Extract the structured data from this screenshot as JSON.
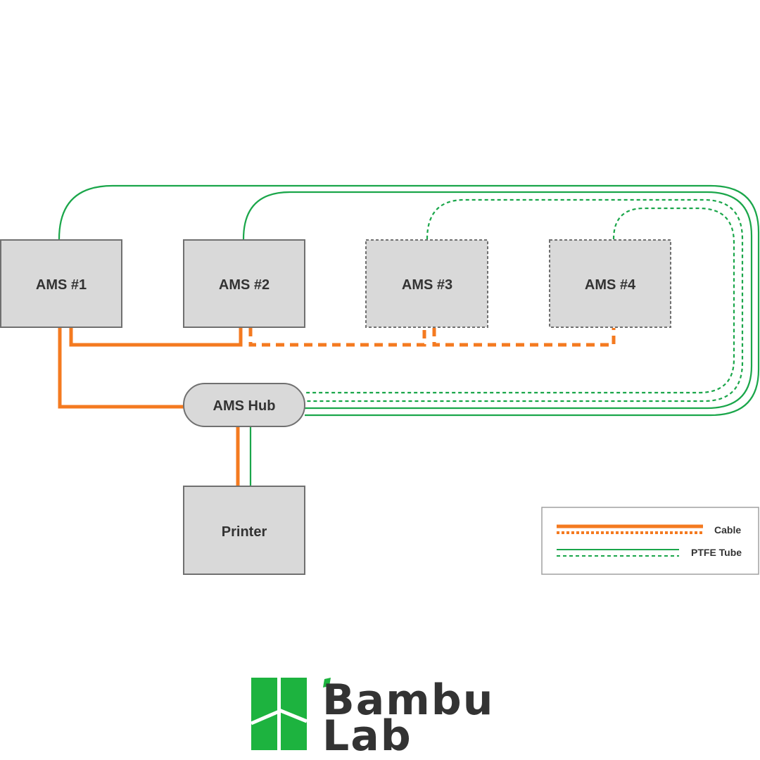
{
  "nodes": {
    "ams1": "AMS #1",
    "ams2": "AMS #2",
    "ams3": "AMS #3",
    "ams4": "AMS #4",
    "hub": "AMS Hub",
    "printer": "Printer"
  },
  "legend": {
    "cable": "Cable",
    "ptfe": "PTFE Tube"
  },
  "logo": {
    "line1": "Bambu",
    "line2": "Lab"
  },
  "colors": {
    "cable": "#f47a20",
    "ptfe": "#1aa64a",
    "box_fill": "#d9d9d9",
    "box_stroke": "#707070",
    "text": "#333333",
    "logo_green": "#1db33f"
  }
}
